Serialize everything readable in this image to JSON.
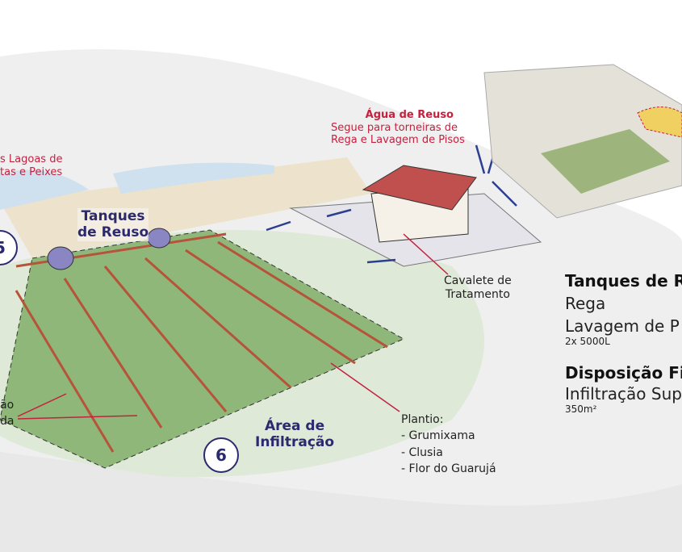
{
  "labels": {
    "lagoas": [
      "s Lagoas de",
      "tas e Peixes"
    ],
    "tank_number": "5",
    "tanques_reuso": [
      "Tanques",
      "de Reuso"
    ],
    "agua_reuso_title": "Água de Reuso",
    "agua_reuso_desc": [
      "Segue para torneiras de",
      "Rega e Lavagem de Pisos"
    ],
    "cavalete": [
      "Cavalete de",
      "Tratamento"
    ],
    "left_cut": [
      "ão",
      "da"
    ],
    "area_infiltracao": [
      "Área de",
      "Infiltração"
    ],
    "area_number": "6",
    "plantio": [
      "Plantio:",
      "- Grumixama",
      "- Clusia",
      "- Flor do Guarujá"
    ]
  },
  "summary": {
    "tanques_title": "Tanques de R",
    "tanques_uses": [
      "Rega",
      "Lavagem de P"
    ],
    "tanques_capacity": "2x 5000L",
    "disposicao_title": "Disposição Fi",
    "disposicao_method": "Infiltração Sup",
    "disposicao_area": "350m²"
  },
  "colors": {
    "navy": "#2c2a6e",
    "red": "#c4213f",
    "field": "#8fb77a",
    "roof": "#c0504d",
    "tank": "#8a86c4"
  }
}
